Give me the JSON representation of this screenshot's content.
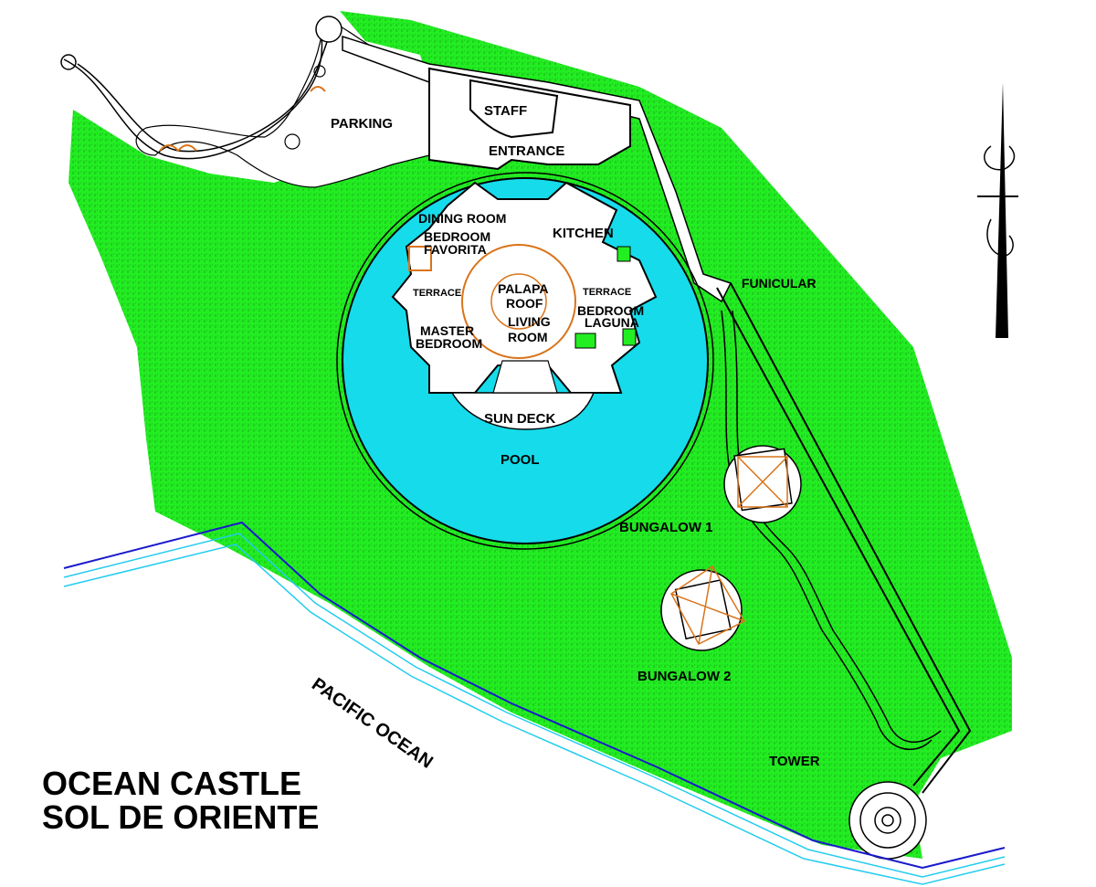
{
  "title": {
    "line1": "OCEAN CASTLE",
    "line2": "SOL DE ORIENTE"
  },
  "labels": {
    "parking": "PARKING",
    "staff": "STAFF",
    "entrance": "ENTRANCE",
    "dining_room": "DINING ROOM",
    "bedroom_favorita_1": "BEDROOM",
    "bedroom_favorita_2": "FAVORITA",
    "kitchen": "KITCHEN",
    "terrace_left": "TERRACE",
    "terrace_right": "TERRACE",
    "palapa_roof_1": "PALAPA",
    "palapa_roof_2": "ROOF",
    "living_room_1": "LIVING",
    "living_room_2": "ROOM",
    "bedroom_laguna_1": "BEDROOM",
    "bedroom_laguna_2": "LAGUNA",
    "master_bedroom_1": "MASTER",
    "master_bedroom_2": "BEDROOM",
    "sun_deck": "SUN DECK",
    "pool": "POOL",
    "funicular": "FUNICULAR",
    "bungalow_1": "BUNGALOW 1",
    "bungalow_2": "BUNGALOW 2",
    "tower": "TOWER",
    "pacific_ocean": "PACIFIC OCEAN"
  },
  "colors": {
    "vegetation": "#22ee22",
    "pool": "#16dbeb",
    "roof_lines": "#d9741a",
    "ocean_line_dark": "#1a1acc",
    "ocean_line_light": "#22ccee",
    "walls": "#000000"
  },
  "icons": {
    "north_arrow": "north-arrow-icon"
  }
}
